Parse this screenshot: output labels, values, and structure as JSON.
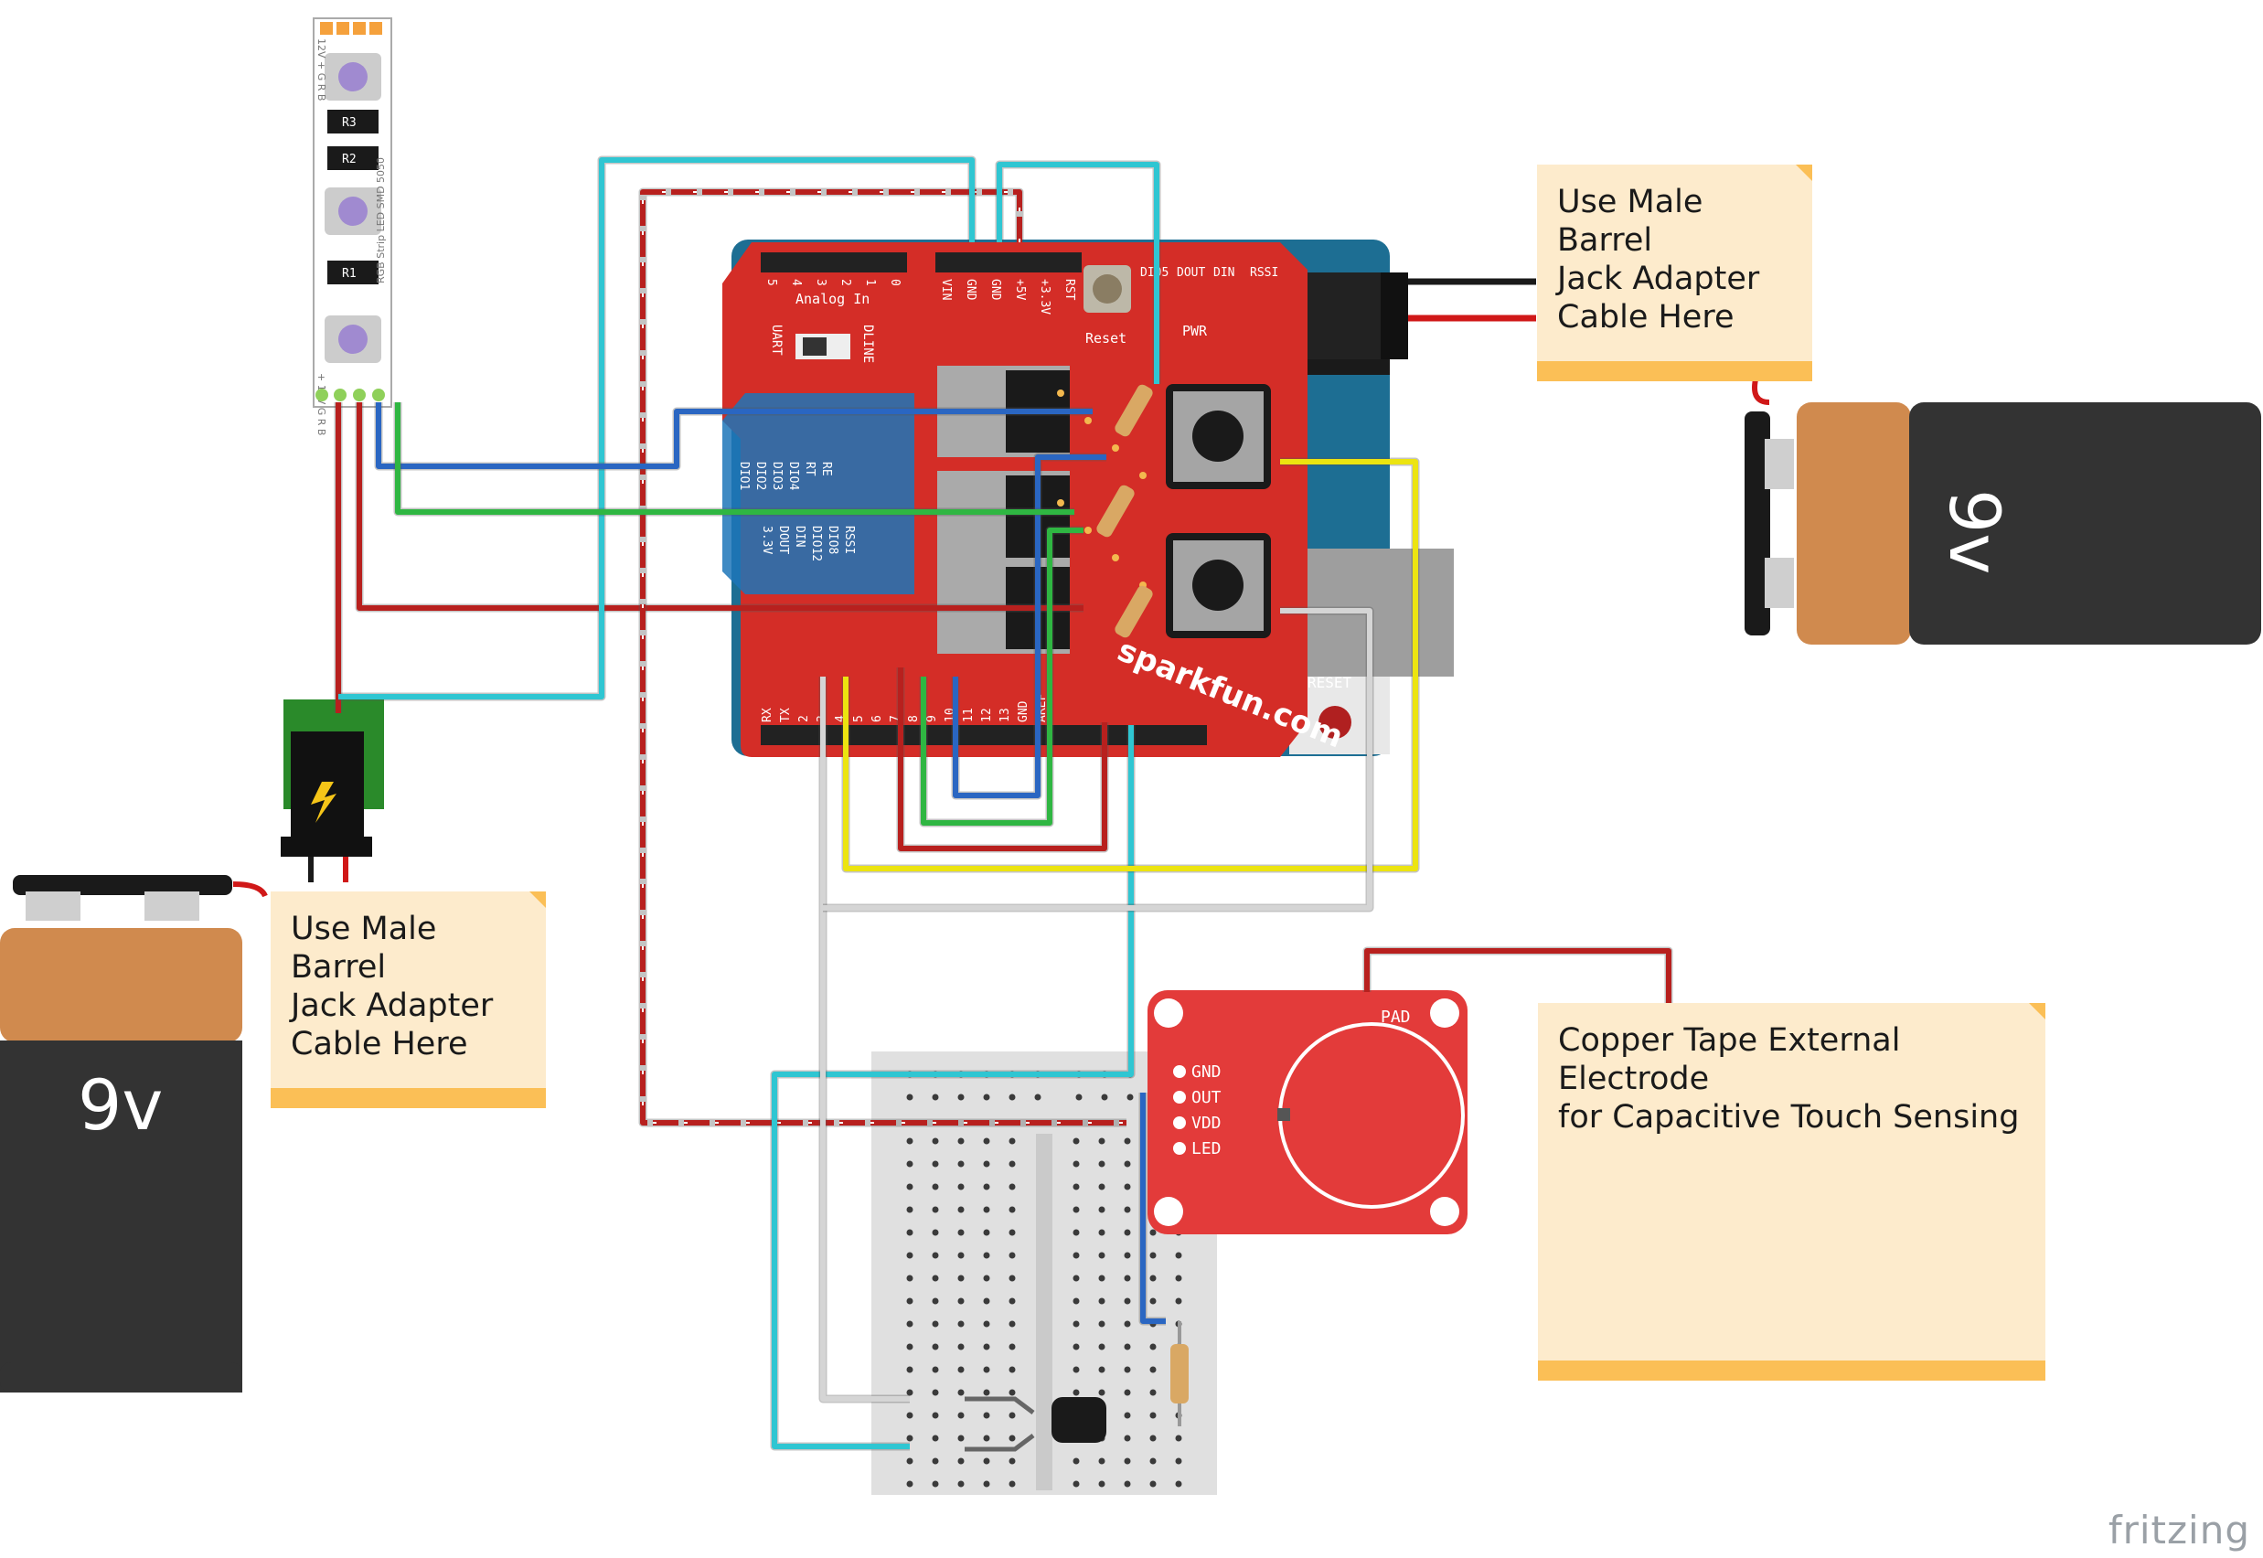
{
  "notes": {
    "top_right": "Use Male Barrel\nJack Adapter\nCable Here",
    "bottom_left": "Use Male Barrel\nJack Adapter\nCable Here",
    "electrode": "Copper Tape External Electrode\nfor Capacitive Touch Sensing"
  },
  "batteries": {
    "left_label": "9v",
    "right_label": "9v"
  },
  "shield": {
    "brand": "sparkfun.com",
    "analog_in": "Analog In",
    "reset_label": "Reset",
    "pwr_label": "PWR",
    "uart": "UART",
    "dline": "DLINE",
    "top_pins": [
      "VIN",
      "GND",
      "GND",
      "+5V",
      "+3.3V",
      "RST"
    ],
    "status_pins": [
      "DIO5",
      "DOUT",
      "DIN",
      "RSSI"
    ],
    "bottom_pins": [
      "RX",
      "TX",
      "2",
      "3",
      "4",
      "5",
      "6",
      "7",
      "8",
      "9",
      "10",
      "11",
      "12",
      "13",
      "GND",
      "AREF"
    ],
    "analog_pins": [
      "5",
      "4",
      "3",
      "2",
      "1",
      "0"
    ],
    "xbee_left": [
      "DIO1",
      "DIO2",
      "DIO3",
      "DIO4",
      "RT",
      "RE"
    ],
    "xbee_right": [
      "3.3V",
      "DOUT",
      "DIN",
      "DIO12",
      "DIO8",
      "RSSI"
    ]
  },
  "uno_reset": "RESET",
  "led_strip": {
    "top_pins": "12V + G R B",
    "bottom_pins": "+ 12V G R B",
    "side_text": "RGB Strip LED SMD 5050",
    "resistors": [
      "R3",
      "R2",
      "R1"
    ]
  },
  "touch_sensor": {
    "pins": [
      "GND",
      "OUT",
      "VDD",
      "LED"
    ],
    "pad": "PAD"
  },
  "wire_colors": {
    "red": "#b8201e",
    "cyan": "#2fc6d2",
    "blue": "#2a66c2",
    "green": "#2fb642",
    "yellow": "#ece410",
    "white": "#d5d5d5",
    "black": "#1a1a1a"
  },
  "brand": "fritzing"
}
